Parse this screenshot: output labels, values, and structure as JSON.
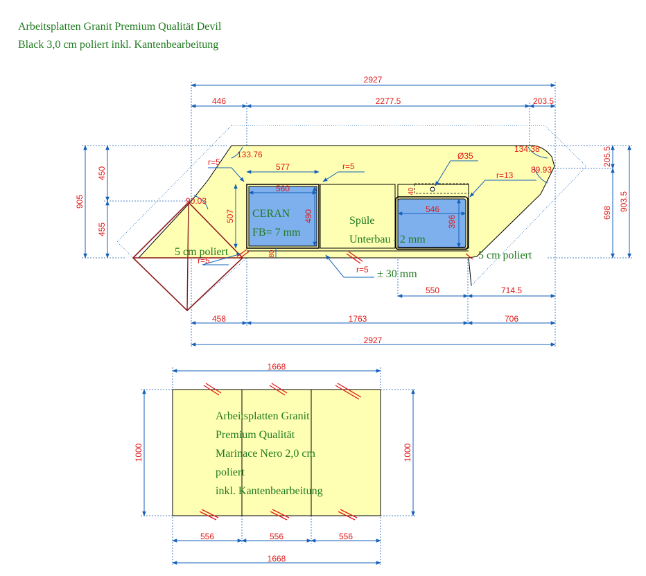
{
  "title": {
    "line1": "Arbeitsplatten Granit Premium Qualität Devil",
    "line2": "Black 3,0 cm poliert inkl. Kantenbearbeitung"
  },
  "top_plan": {
    "dims": {
      "total_top": "2927",
      "seg_left_top": "446",
      "seg_mid_top": "2277.5",
      "seg_right_top": "203.5",
      "left_905": "905",
      "left_450": "450",
      "left_455": "455",
      "right_205": "205.5",
      "right_903": "903.5",
      "right_698": "698",
      "angle_133": "133.76",
      "angle_134": "134.38",
      "angle_89": "89.93",
      "angle_90": "90.03",
      "r5_a": "r=5",
      "r5_b": "r=5",
      "r5_c": "r=5",
      "r5_d": "r=5",
      "r13": "r=13",
      "phi35": "Ø35",
      "w577": "577",
      "w560": "560",
      "h490": "490",
      "h507": "507",
      "w546": "546",
      "h396": "396",
      "d80": "80",
      "d40": "40",
      "b550": "550",
      "b714": "714.5",
      "b458": "458",
      "b1763": "1763",
      "b706": "706",
      "total_bottom": "2927"
    },
    "labels": {
      "ceran": "CERAN",
      "fb": "FB= 7 mm",
      "spuele": "Spüle",
      "unterbau": "Unterbau - 2 mm",
      "poliert_left": "5 cm poliert",
      "poliert_right": "5 cm poliert",
      "pm30": "± 30 mm"
    }
  },
  "panel": {
    "dims": {
      "width_top": "1668",
      "height_left": "1000",
      "height_right": "1000",
      "seg1": "556",
      "seg2": "556",
      "seg3": "556",
      "width_bottom": "1668"
    },
    "text_lines": [
      "Arbeitsplatten Granit",
      "Premium Qualität",
      "Marinace Nero 2,0 cm",
      "poliert",
      "inkl. Kantenbearbeitung"
    ]
  },
  "colors": {
    "countertop_fill": "#ffffb4",
    "cutout_fill": "#7fb0ee",
    "dimension_line": "#1560b8",
    "dimension_text": "#e01818",
    "note_text": "#1f7a1f",
    "outline": "#000000",
    "corner_line": "#8b1a1a",
    "edge_mark": "#e01818"
  }
}
